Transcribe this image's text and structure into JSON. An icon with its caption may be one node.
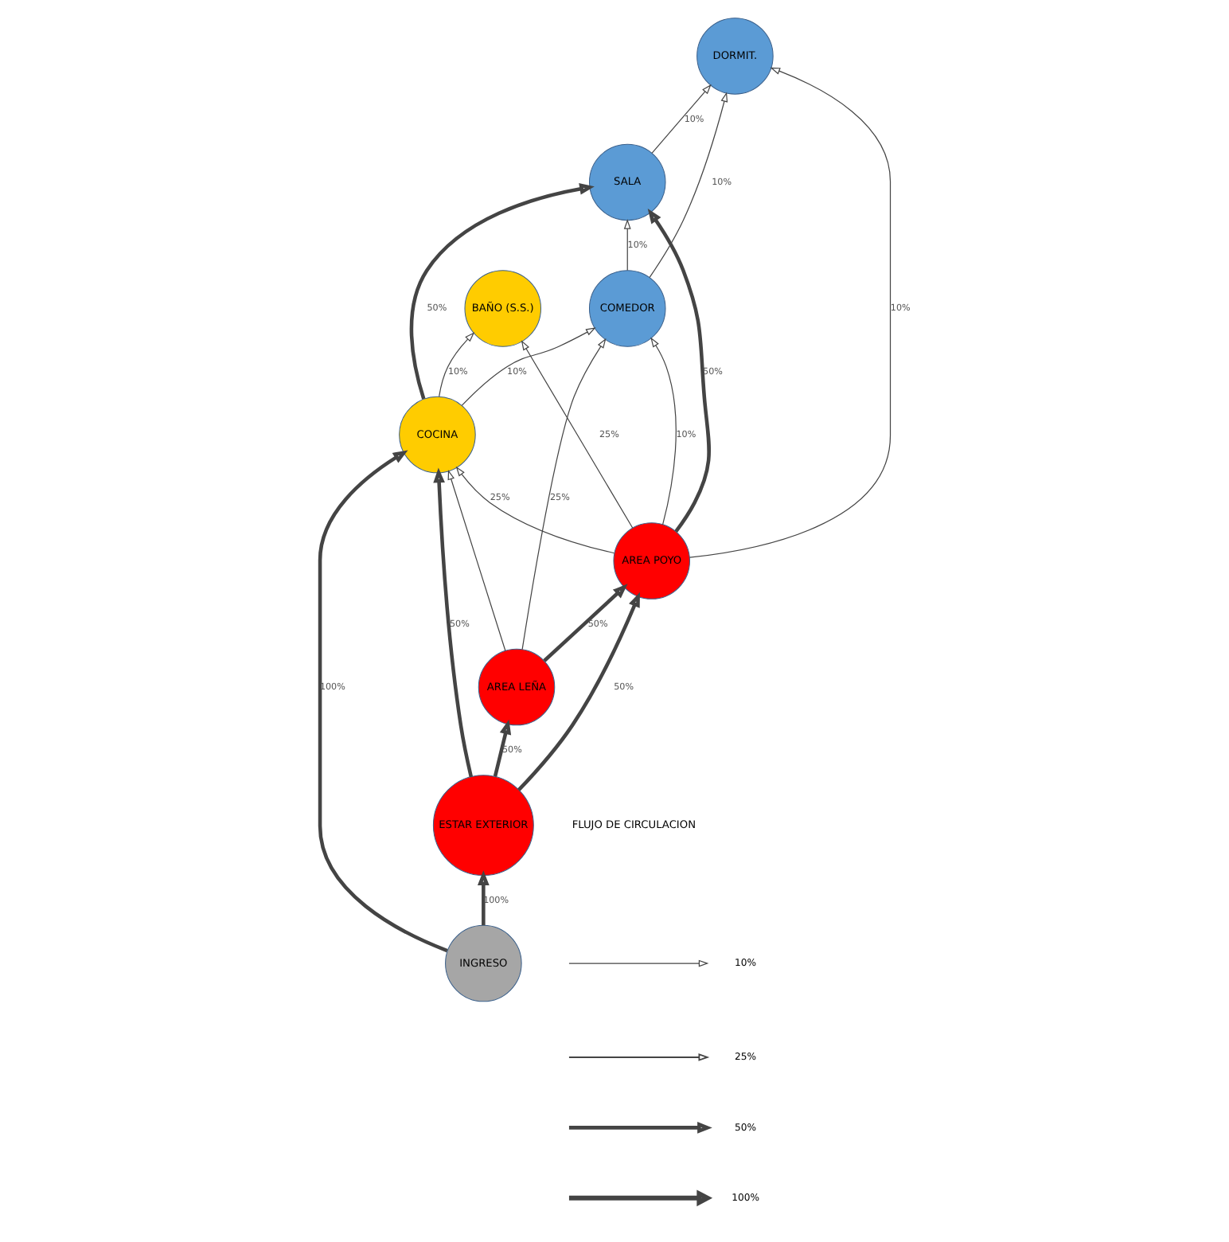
{
  "diagram": {
    "nodes": [
      {
        "text": [
          "DORMIT."
        ]
      },
      {
        "text": [
          "SALA"
        ]
      },
      {
        "text": [
          "AREA LEÑA"
        ]
      },
      {
        "text": [
          "COMEDOR"
        ]
      },
      {
        "text": [
          "AREA POYO"
        ]
      },
      {
        "text": [
          "ESTAR EXTERIOR"
        ]
      },
      {
        "text": [
          "BAÑO (S.S.)"
        ]
      },
      {
        "text": [
          "COCINA"
        ]
      },
      {
        "text": [
          "INGRESO"
        ]
      }
    ],
    "edges": [
      {
        "from": 1,
        "to": 0,
        "arrow": "to",
        "label": "10%"
      },
      {
        "from": 3,
        "to": 0,
        "arrow": "to",
        "label": "10%"
      },
      {
        "from": 3,
        "to": 1,
        "arrow": "to",
        "label": "10%"
      },
      {
        "from": 2,
        "to": 3,
        "arrow": "to",
        "label": "25%"
      },
      {
        "from": 4,
        "to": 1,
        "arrow": "to",
        "label": "50%",
        "style": "thick"
      },
      {
        "from": 4,
        "to": 0,
        "arrow": "to",
        "label": "10%"
      },
      {
        "from": 7,
        "to": 1,
        "arrow": "to",
        "label": "50%",
        "style": "thick"
      },
      {
        "from": 2,
        "to": 4,
        "arrow": "to",
        "label": "50%",
        "style": "thick"
      },
      {
        "from": 5,
        "to": 2,
        "arrow": "to",
        "label": "50%",
        "style": "thick"
      },
      {
        "from": 4,
        "to": 3,
        "arrow": "to",
        "label": "10%"
      },
      {
        "from": 5,
        "to": 4,
        "arrow": "to",
        "label": "50%",
        "style": "thick"
      },
      {
        "from": 4,
        "to": 6,
        "arrow": "to",
        "label": "25%"
      },
      {
        "from": 4,
        "to": 7,
        "arrow": "to",
        "label": "25%"
      },
      {
        "from": 2,
        "to": 7,
        "arrow": "to"
      },
      {
        "from": 7,
        "to": 3,
        "arrow": "to",
        "label": "10%"
      },
      {
        "from": 5,
        "to": 7,
        "arrow": "to",
        "label": "50%",
        "style": "thick"
      },
      {
        "from": 8,
        "to": 5,
        "arrow": "to",
        "label": "100%",
        "style": "thick"
      },
      {
        "from": 7,
        "to": 6,
        "arrow": "to",
        "label": "10%"
      },
      {
        "from": 8,
        "to": 7,
        "arrow": "to",
        "label": "100%",
        "style": "thick"
      }
    ],
    "labels": [
      "FLUJO DE CIRCULACION"
    ],
    "legend": [
      {
        "text": "10%"
      },
      {
        "text": "25%"
      },
      {
        "text": "50%"
      },
      {
        "text": "100%"
      }
    ]
  }
}
